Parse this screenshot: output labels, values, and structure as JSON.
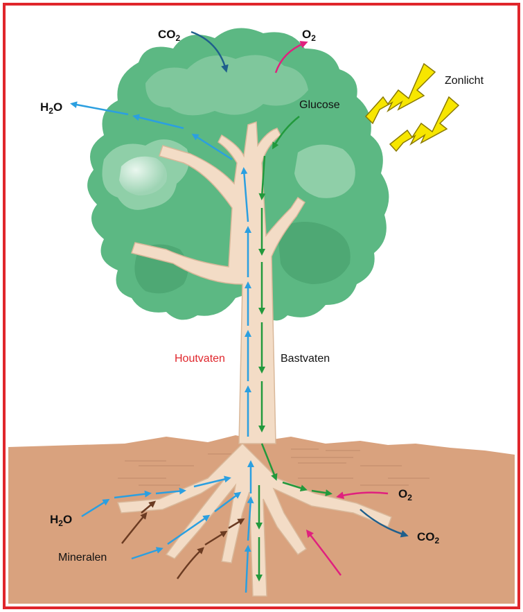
{
  "labels": {
    "co2_top": "CO",
    "co2_top_sub": "2",
    "o2_top": "O",
    "o2_top_sub": "2",
    "h2o_top_a": "H",
    "h2o_top_sub": "2",
    "h2o_top_b": "O",
    "glucose": "Glucose",
    "sunlight": "Zonlicht",
    "xylem": "Houtvaten",
    "phloem": "Bastvaten",
    "o2_root": "O",
    "o2_root_sub": "2",
    "co2_root": "CO",
    "co2_root_sub": "2",
    "h2o_root_a": "H",
    "h2o_root_sub": "2",
    "h2o_root_b": "O",
    "minerals": "Mineralen"
  },
  "colors": {
    "border": "#e0262c",
    "xylem_flow": "#2b9fe0",
    "phloem_flow": "#22993c",
    "oxygen_flow": "#e0207e",
    "co2_flow": "#1f5f8c",
    "mineral_flow": "#6b3b22",
    "lightning": "#f7e600",
    "soil": "#d9a27e",
    "trunk": "#f3dcc6",
    "canopy": "#5cb883",
    "xylem_label": "#e0262c"
  }
}
